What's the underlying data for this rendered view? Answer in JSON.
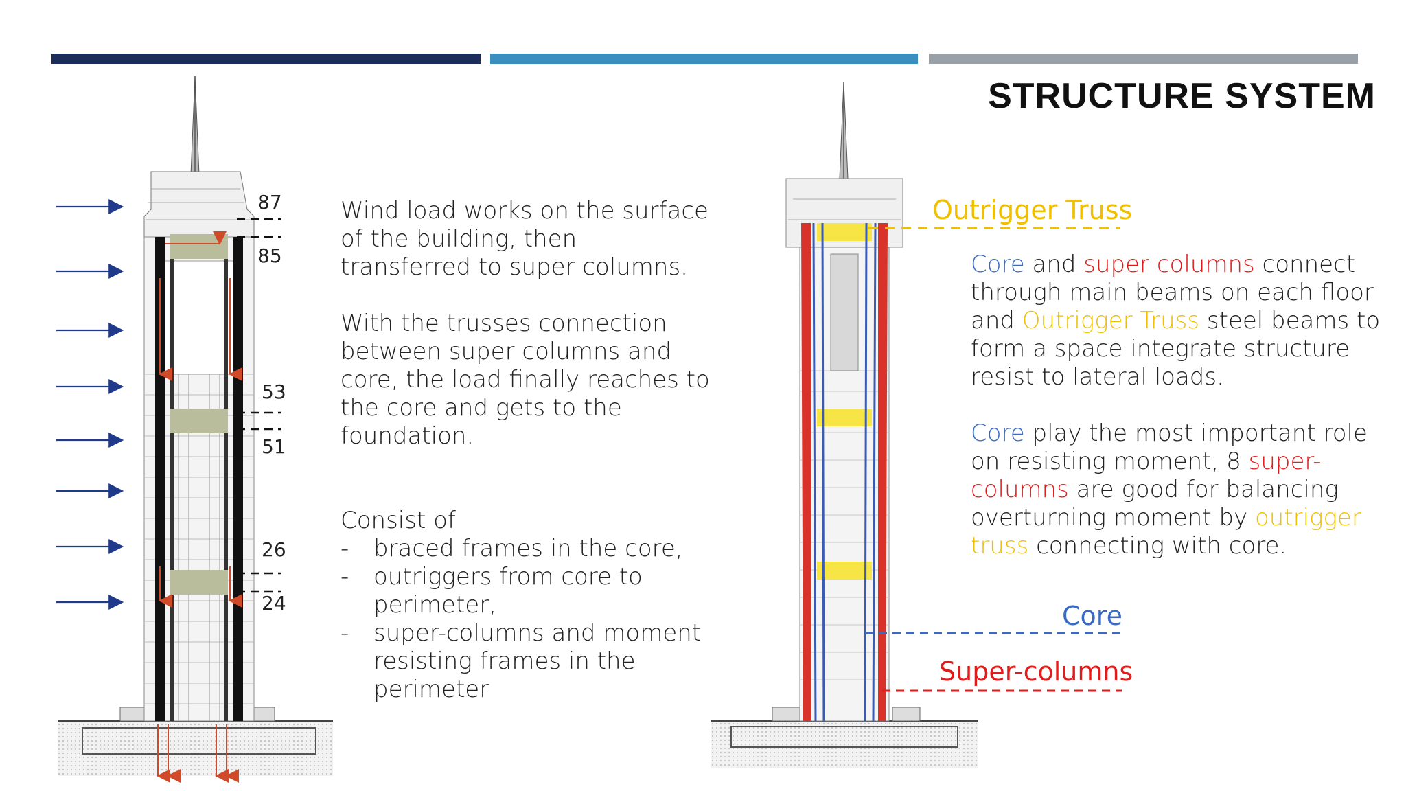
{
  "slide": {
    "title": "STRUCTURE SYSTEM",
    "colors": {
      "bar_1": "#1b2d5a",
      "bar_2": "#3a8fbf",
      "bar_3": "#9aa0a8",
      "core": "#3a6bc4",
      "super_columns": "#e21b1b",
      "outrigger": "#f0c000",
      "wind_arrow": "#1f3a8a",
      "load_arrow": "#d04a2a"
    }
  },
  "left_figure": {
    "floors": {
      "f87": "87",
      "f85": "85",
      "f53": "53",
      "f51": "51",
      "f26": "26",
      "f24": "24"
    }
  },
  "middle_text": {
    "para1": "Wind load works on the surface of the building, then transferred to super columns.",
    "para2": "With the trusses connection between super columns and core, the load finally reaches to the core and gets to the foundation.",
    "list_title": "Consist of",
    "list_dash": "-",
    "items": [
      "braced frames in the core,",
      "outriggers from core to perimeter,",
      "super-columns and moment resisting frames in the perimeter"
    ]
  },
  "right_figure": {
    "label_outrigger": "Outrigger Truss",
    "label_core": "Core",
    "label_super": "Super-columns"
  },
  "right_text": {
    "p1": {
      "core": "Core",
      "and": " and ",
      "super_columns": "super columns",
      "t1": " connect through main beams on each floor and ",
      "outrigger": "Outrigger Truss",
      "t2": " steel beams to form a space integrate structure resist to lateral loads."
    },
    "p2": {
      "core": "Core",
      "t1": " play the most important role on resisting moment, 8 ",
      "super_columns": "super-columns",
      "t2": " are good for balancing overturning moment by ",
      "outrigger": "outrigger truss",
      "t3": " connecting with core."
    }
  }
}
